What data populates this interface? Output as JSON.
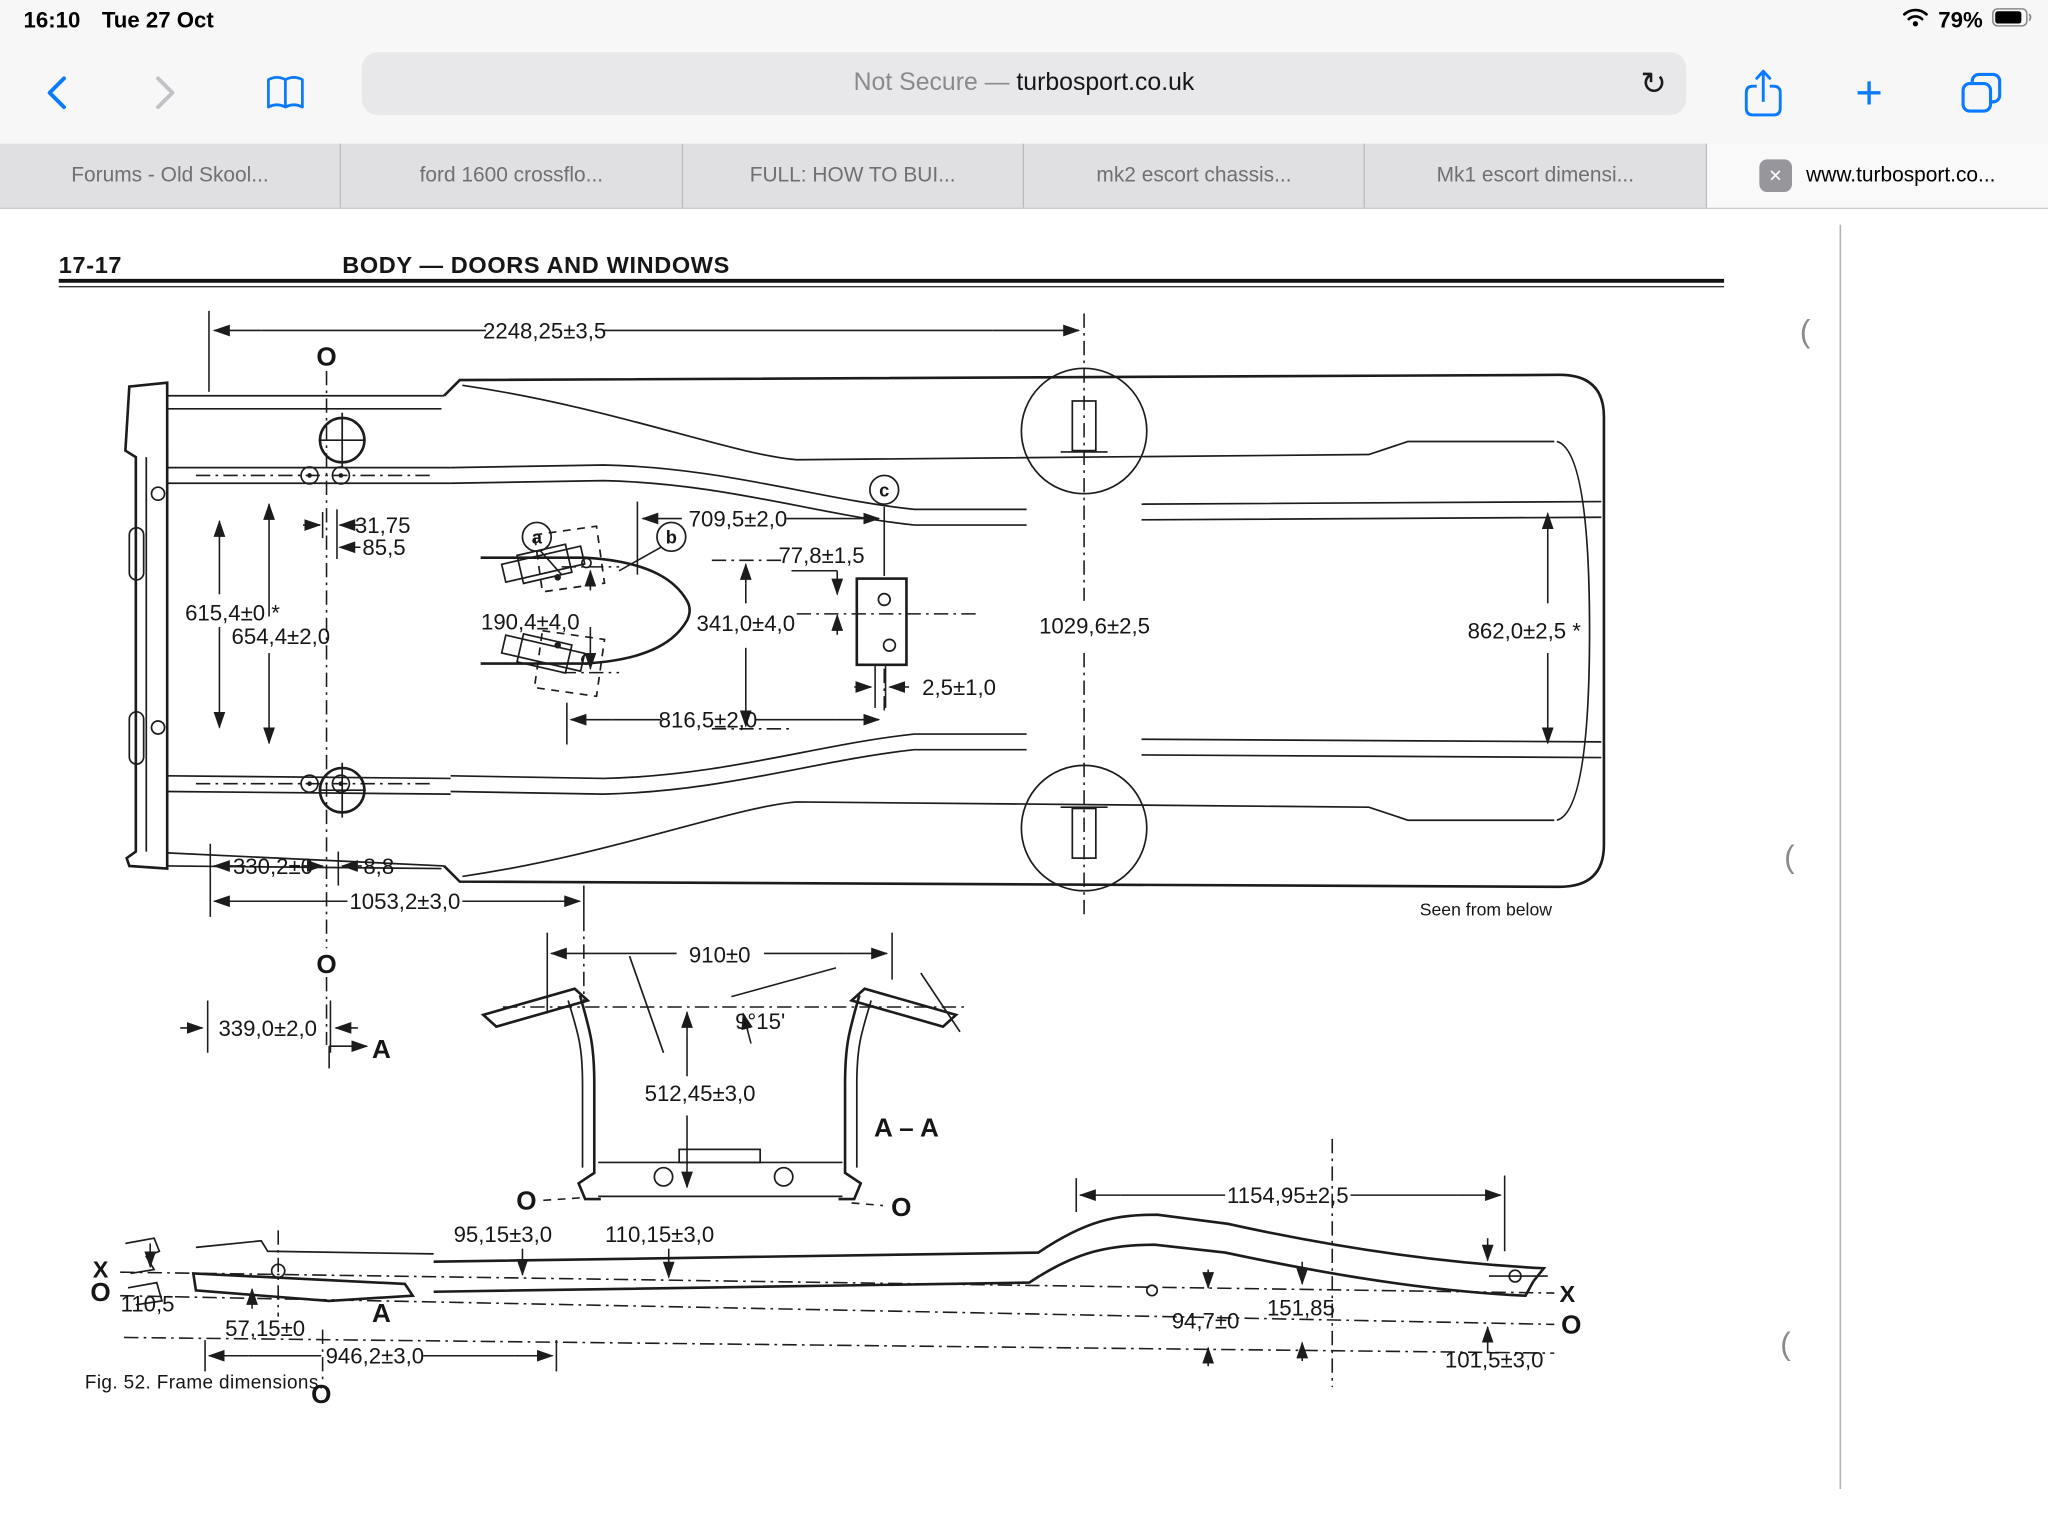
{
  "status_bar": {
    "time": "16:10",
    "date": "Tue 27 Oct",
    "battery": "79%"
  },
  "toolbar": {
    "address_prefix": "Not Secure — ",
    "address_domain": "turbosport.co.uk",
    "refresh_glyph": "↻",
    "plus_glyph": "+"
  },
  "tab_bar": {
    "tabs": [
      {
        "label": "Forums - Old Skool..."
      },
      {
        "label": "ford 1600 crossflo..."
      },
      {
        "label": "FULL: HOW TO BUI..."
      },
      {
        "label": "mk2 escort chassis..."
      },
      {
        "label": "Mk1 escort dimensi..."
      },
      {
        "label": "www.turbosport.co...",
        "close_glyph": "✕"
      }
    ]
  },
  "page": {
    "page_number": "17-17",
    "header": "BODY — DOORS AND WINDOWS",
    "view_note": "Seen from below",
    "caption": "Fig. 52. Frame dimensions.",
    "markers": {
      "o": "O",
      "x": "X",
      "section": "A",
      "section_pair": "A – A"
    },
    "callouts": {
      "a": "a",
      "b": "b",
      "c": "c"
    },
    "dims": {
      "overall": "2248,25±3,5",
      "w31_75": "31,75",
      "w85_5": "85,5",
      "h615_4": "615,4±0 *",
      "h654_4": "654,4±2,0",
      "h190_4": "190,4±4,0",
      "l709_5": "709,5±2,0",
      "w77_8": "77,8±1,5",
      "h341_0": "341,0±4,0",
      "l1029_6": "1029,6±2,5",
      "w862_0": "862,0±2,5 *",
      "w2_5": "2,5±1,0",
      "l816_5": "816,5±2,0",
      "l330_2": "330,2±0",
      "w8_8": "8,8",
      "l1053_2": "1053,2±3,0",
      "l339_0": "339,0±2,0",
      "w910": "910±0",
      "a9_15": "9°15'",
      "h512_45": "512,45±3,0",
      "l1154_95": "1154,95±2,5",
      "h95_15": "95,15±3,0",
      "h110_15": "110,15±3,0",
      "h110_5": "110,5",
      "h57_15": "57,15±0",
      "l946_2": "946,2±3,0",
      "h151_85": "151,85",
      "h94_7": "94,7±0",
      "h101_5": "101,5±3,0"
    }
  }
}
